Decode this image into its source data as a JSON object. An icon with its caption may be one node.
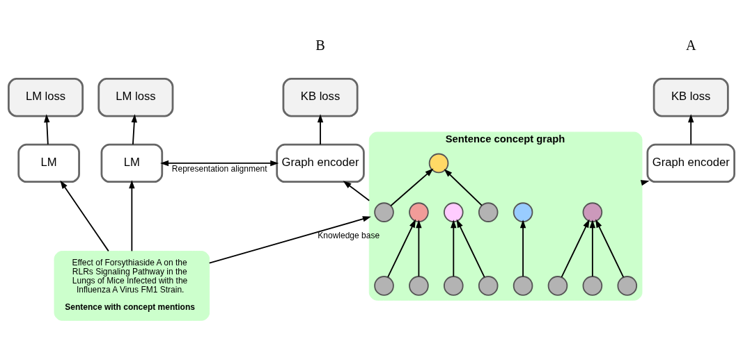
{
  "diagram": {
    "nodes": [
      {
        "text": [
          "LM loss"
        ]
      },
      {
        "text": [
          "KB loss"
        ]
      },
      {
        "text": [
          "LM"
        ]
      },
      {
        "text": [
          "Graph encoder"
        ]
      },
      {
        "text": [
          "LM loss"
        ]
      },
      {
        "text": [
          "KB loss"
        ]
      },
      {
        "text": [
          "LM"
        ]
      },
      {
        "text": [
          "Graph encoder"
        ]
      },
      {
        "text": [
          "Effect of Forsythiaside A on the RLRs Signaling Pathway in the Lungs of Mice Infected with the Influenza A Virus FM1 Strain.",
          "Sentence with concept mentions"
        ]
      },
      {
        "text": [
          "Sentence concept graph"
        ]
      },
      {
        "text": [],
        "shape": "circle",
        "in": 9
      },
      {
        "text": [],
        "shape": "circle",
        "in": 9
      },
      {
        "text": [],
        "shape": "circle",
        "in": 9
      },
      {
        "text": [],
        "shape": "circle",
        "in": 9
      },
      {
        "text": [],
        "shape": "circle",
        "in": 9
      },
      {
        "text": [],
        "shape": "circle",
        "in": 9
      },
      {
        "text": [],
        "shape": "circle",
        "in": 9
      },
      {
        "text": [],
        "shape": "circle",
        "in": 9
      },
      {
        "text": [],
        "shape": "circle",
        "in": 9
      },
      {
        "text": [],
        "shape": "circle",
        "in": 9
      },
      {
        "text": [],
        "shape": "circle",
        "in": 9
      },
      {
        "text": [],
        "shape": "circle",
        "in": 9
      },
      {
        "text": [],
        "shape": "circle",
        "in": 9
      },
      {
        "text": [],
        "shape": "circle",
        "in": 9
      },
      {
        "text": [],
        "shape": "circle",
        "in": 9
      }
    ],
    "edges": [
      {
        "from": 2,
        "to": 0,
        "arrow": "to"
      },
      {
        "from": 3,
        "to": 1,
        "arrow": "to"
      },
      {
        "from": 6,
        "to": 4,
        "arrow": "to"
      },
      {
        "from": 7,
        "to": 5,
        "arrow": "to"
      },
      {
        "from": 6,
        "to": 7,
        "arrow": "both",
        "label": "Representation alignment"
      },
      {
        "from": 8,
        "to": 2,
        "arrow": "to"
      },
      {
        "from": 8,
        "to": 6,
        "arrow": "to"
      },
      {
        "from": 9,
        "to": 3,
        "arrow": "to"
      },
      {
        "from": 9,
        "to": 7,
        "arrow": "to"
      },
      {
        "from": 8,
        "to": 9,
        "arrow": "to",
        "label": "Knowledge base"
      },
      {
        "from": 10,
        "to": 12,
        "arrow": "to"
      },
      {
        "from": 14,
        "to": 12,
        "arrow": "to"
      },
      {
        "from": 11,
        "to": 12,
        "arrow": "to"
      },
      {
        "from": 13,
        "to": 15,
        "arrow": "to"
      },
      {
        "from": 16,
        "to": 18,
        "arrow": "to"
      },
      {
        "from": 17,
        "to": 18,
        "arrow": "to"
      },
      {
        "from": 19,
        "to": 20,
        "arrow": "to"
      },
      {
        "from": 23,
        "to": 20,
        "arrow": "to"
      },
      {
        "from": 21,
        "to": 22,
        "arrow": "to"
      },
      {
        "from": 24,
        "to": 22,
        "arrow": "to"
      }
    ],
    "labels": [
      "A",
      "B"
    ]
  }
}
